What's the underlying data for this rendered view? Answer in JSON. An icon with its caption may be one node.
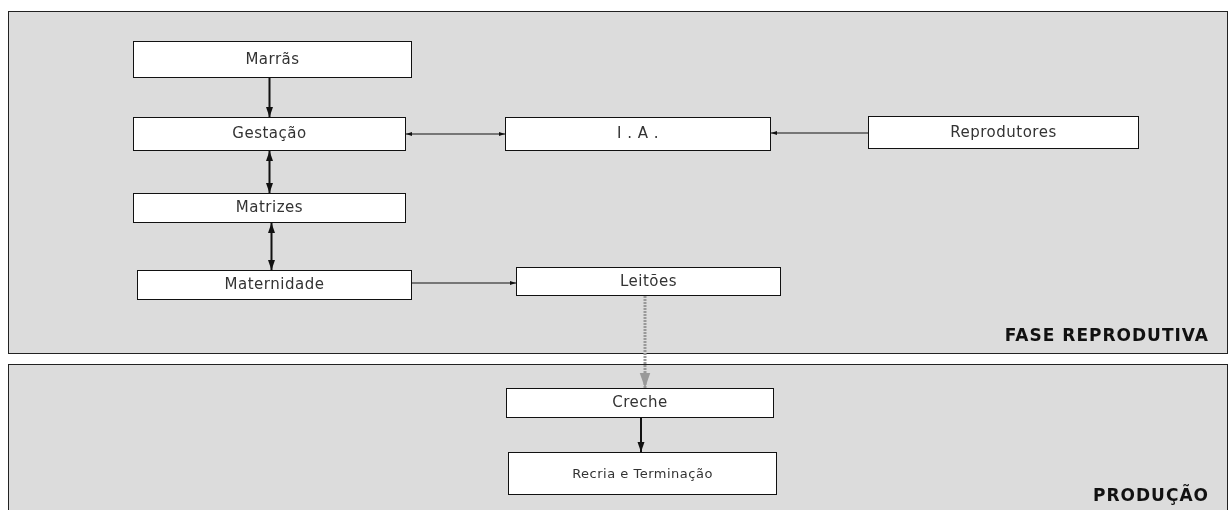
{
  "diagram": {
    "nodes": [
      {
        "text": [
          "FASE REPRODUTIVA"
        ]
      },
      {
        "text": [
          "Marrãs"
        ],
        "in": 0
      },
      {
        "text": [
          "Gestação"
        ],
        "in": 0
      },
      {
        "text": [
          "I . A ."
        ],
        "in": 0
      },
      {
        "text": [
          "Reprodutores"
        ],
        "in": 0
      },
      {
        "text": [
          "Matrizes"
        ],
        "in": 0
      },
      {
        "text": [
          "Maternidade"
        ],
        "in": 0
      },
      {
        "text": [
          "Leitões"
        ],
        "in": 0
      },
      {
        "text": [
          "PRODUÇÃO"
        ]
      },
      {
        "text": [
          "Creche"
        ],
        "in": 8
      },
      {
        "text": [
          "Recria e Terminação"
        ],
        "in": 8
      }
    ],
    "edges": [
      {
        "from": 1,
        "to": 2,
        "arrow": "to"
      },
      {
        "from": 2,
        "to": 3,
        "arrow": "both"
      },
      {
        "from": 4,
        "to": 3,
        "arrow": "to"
      },
      {
        "from": 2,
        "to": 5,
        "arrow": "both"
      },
      {
        "from": 5,
        "to": 6,
        "arrow": "both"
      },
      {
        "from": 6,
        "to": 7,
        "arrow": "to"
      },
      {
        "from": 7,
        "to": 9,
        "arrow": "to",
        "style": "dashed",
        "color": "#999999"
      },
      {
        "from": 9,
        "to": 10,
        "arrow": "to"
      }
    ]
  }
}
